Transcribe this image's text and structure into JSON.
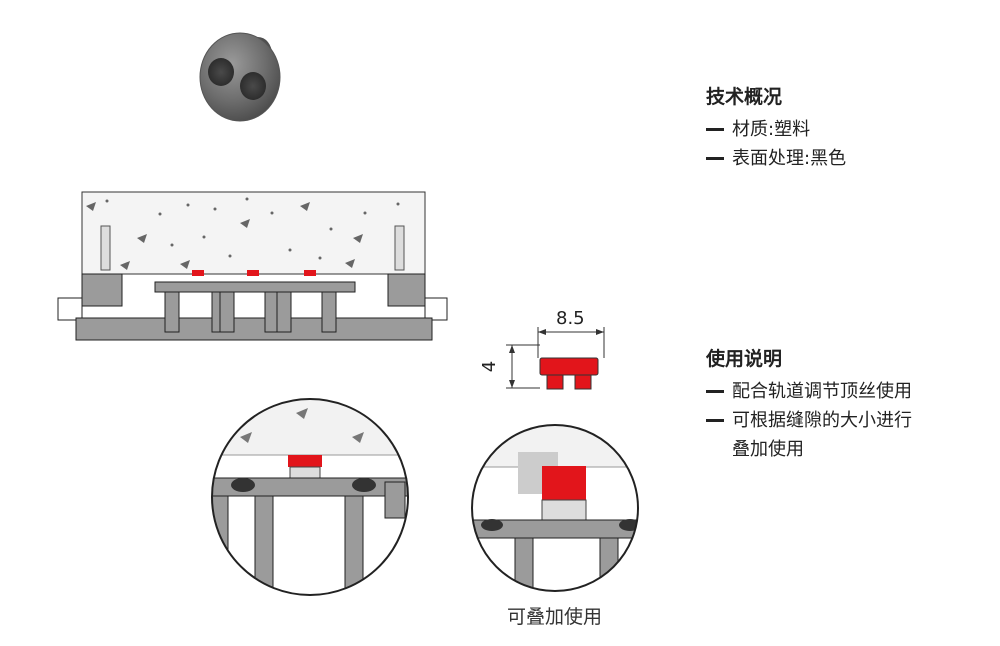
{
  "technical": {
    "title": "技术概况",
    "items": [
      "材质:塑料",
      "表面处理:黑色"
    ]
  },
  "usage": {
    "title": "使用说明",
    "items": [
      "配合轨道调节顶丝使用",
      "可根据缝隙的大小进行",
      "叠加使用"
    ]
  },
  "dimensions": {
    "width_label": "8.5",
    "height_label": "4"
  },
  "caption": "可叠加使用",
  "colors": {
    "accent_red": "#e2151b",
    "profile_gray": "#9b9b9b",
    "outline": "#1a1a1a",
    "concrete": "#f2f2f2"
  }
}
